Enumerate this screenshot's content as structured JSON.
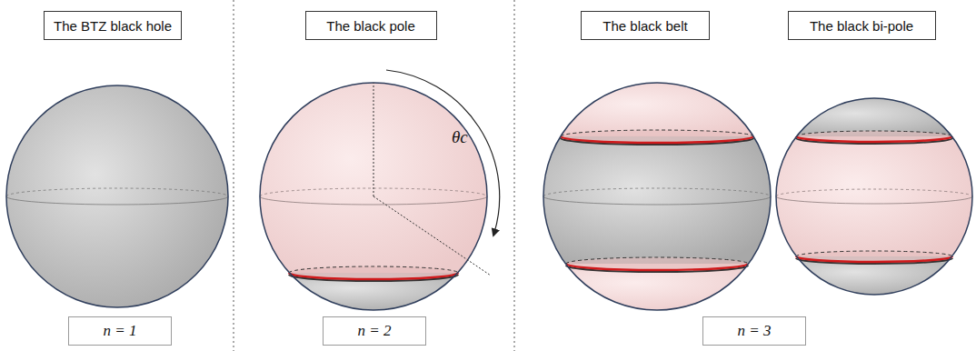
{
  "diagram": {
    "nodes": [
      {
        "text": [
          "The BTZ black hole"
        ]
      },
      {
        "text": [
          "The black pole"
        ]
      },
      {
        "text": [
          "The black belt"
        ]
      },
      {
        "text": [
          "The black bi-pole"
        ]
      },
      {
        "text": [
          "n = 1"
        ]
      },
      {
        "text": [
          "n = 2"
        ]
      },
      {
        "text": [
          "n = 3"
        ]
      }
    ],
    "labels": [
      "θc"
    ]
  }
}
